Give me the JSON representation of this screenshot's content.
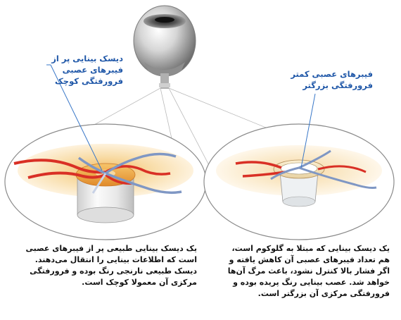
{
  "callouts": {
    "left": {
      "lines": [
        "دیسک بینایی پر از",
        "فیبرهای عصبی",
        "فرورفتگی کوچک"
      ]
    },
    "right": {
      "lines": [
        "فیبرهای عصبی کمتر",
        "فرورفتگی بزرگتر"
      ]
    }
  },
  "captions": {
    "left": {
      "lines": [
        "یک دیسک بینایی طبیعی پر از فیبرهای عصبی",
        "است که اطلاعات بینایی را انتقال می‌دهند.",
        "دیسک طبیعی نارنجی رنگ بوده و فرورفتگی",
        "مرکزی آن معمولا کوچک است."
      ]
    },
    "right": {
      "lines": [
        "یک دیسک بینایی که مبتلا به گلوکوم است،",
        "هم تعداد فیبرهای عصبی آن کاهش یافته و",
        "اگر فشار بالا کنترل نشود، باعث مرگ آن‌ها",
        "خواهد شد. عصب بینایی رنگ پریده بوده و",
        "فرورفتگی مرکزی آن بزرگتر است."
      ]
    }
  },
  "colors": {
    "callout_text": "#1f57a8",
    "caption_text": "#111111",
    "nerve_red": "#d93025",
    "nerve_blue": "#7f97c4",
    "disc_orange": "#f0a040",
    "disc_pale": "#f5e2b8",
    "leader_line": "#3a78c8"
  }
}
